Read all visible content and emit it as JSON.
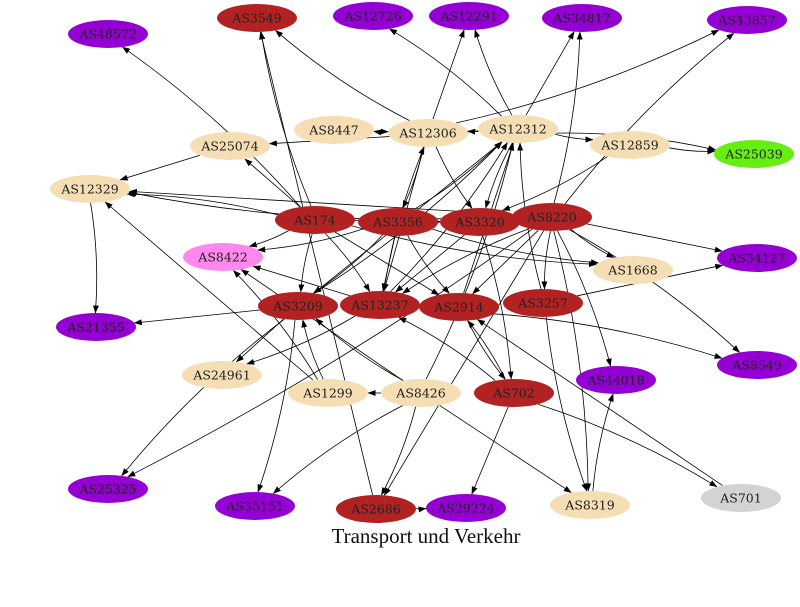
{
  "caption": "Transport und Verkehr",
  "colors": {
    "red": "#b22222",
    "beige": "#f5deb3",
    "purple": "#9400d3",
    "green": "#66ee11",
    "pink": "#ff88ee",
    "gray": "#d3d3d3",
    "edge": "#000000"
  },
  "nodes": [
    {
      "id": "AS3549",
      "color": "red"
    },
    {
      "id": "AS12726",
      "color": "purple"
    },
    {
      "id": "AS12291",
      "color": "purple"
    },
    {
      "id": "AS34817",
      "color": "purple"
    },
    {
      "id": "AS43857",
      "color": "purple"
    },
    {
      "id": "AS48572",
      "color": "purple"
    },
    {
      "id": "AS8447",
      "color": "beige"
    },
    {
      "id": "AS12306",
      "color": "beige"
    },
    {
      "id": "AS12312",
      "color": "beige"
    },
    {
      "id": "AS25074",
      "color": "beige"
    },
    {
      "id": "AS12859",
      "color": "beige"
    },
    {
      "id": "AS25039",
      "color": "green"
    },
    {
      "id": "AS12329",
      "color": "beige"
    },
    {
      "id": "AS174",
      "color": "red"
    },
    {
      "id": "AS3356",
      "color": "red"
    },
    {
      "id": "AS3320",
      "color": "red"
    },
    {
      "id": "AS8220",
      "color": "red"
    },
    {
      "id": "AS8422",
      "color": "pink"
    },
    {
      "id": "AS34127",
      "color": "purple"
    },
    {
      "id": "AS1668",
      "color": "beige"
    },
    {
      "id": "AS3209",
      "color": "red"
    },
    {
      "id": "AS13237",
      "color": "red"
    },
    {
      "id": "AS2914",
      "color": "red"
    },
    {
      "id": "AS3257",
      "color": "red"
    },
    {
      "id": "AS21355",
      "color": "purple"
    },
    {
      "id": "AS8549",
      "color": "purple"
    },
    {
      "id": "AS24961",
      "color": "beige"
    },
    {
      "id": "AS44018",
      "color": "purple"
    },
    {
      "id": "AS1299",
      "color": "beige"
    },
    {
      "id": "AS8426",
      "color": "beige"
    },
    {
      "id": "AS702",
      "color": "red"
    },
    {
      "id": "AS25325",
      "color": "purple"
    },
    {
      "id": "AS35151",
      "color": "purple"
    },
    {
      "id": "AS2686",
      "color": "red"
    },
    {
      "id": "AS29224",
      "color": "purple"
    },
    {
      "id": "AS8319",
      "color": "beige"
    },
    {
      "id": "AS701",
      "color": "gray"
    }
  ],
  "edges": [
    [
      "AS12306",
      "AS3549"
    ],
    [
      "AS12306",
      "AS12291"
    ],
    [
      "AS12306",
      "AS43857"
    ],
    [
      "AS12306",
      "AS8447"
    ],
    [
      "AS8447",
      "AS12306"
    ],
    [
      "AS12306",
      "AS3320"
    ],
    [
      "AS12306",
      "AS3356"
    ],
    [
      "AS12306",
      "AS13237"
    ],
    [
      "AS12312",
      "AS12726"
    ],
    [
      "AS12312",
      "AS12306"
    ],
    [
      "AS12312",
      "AS34817"
    ],
    [
      "AS12312",
      "AS12859"
    ],
    [
      "AS12312",
      "AS25039"
    ],
    [
      "AS12312",
      "AS25074"
    ],
    [
      "AS12312",
      "AS3320"
    ],
    [
      "AS12312",
      "AS12291"
    ],
    [
      "AS12312",
      "AS3209"
    ],
    [
      "AS12859",
      "AS25039"
    ],
    [
      "AS12859",
      "AS3320"
    ],
    [
      "AS25074",
      "AS12329"
    ],
    [
      "AS174",
      "AS48572"
    ],
    [
      "AS174",
      "AS3549"
    ],
    [
      "AS174",
      "AS25074"
    ],
    [
      "AS174",
      "AS12329"
    ],
    [
      "AS174",
      "AS8422"
    ],
    [
      "AS174",
      "AS3320"
    ],
    [
      "AS174",
      "AS3209"
    ],
    [
      "AS174",
      "AS13237"
    ],
    [
      "AS174",
      "AS2914"
    ],
    [
      "AS174",
      "AS1668"
    ],
    [
      "AS3356",
      "AS8422"
    ],
    [
      "AS3356",
      "AS3320"
    ],
    [
      "AS3356",
      "AS12312"
    ],
    [
      "AS3356",
      "AS3209"
    ],
    [
      "AS3356",
      "AS13237"
    ],
    [
      "AS3356",
      "AS2914"
    ],
    [
      "AS3320",
      "AS12329"
    ],
    [
      "AS3320",
      "AS13237"
    ],
    [
      "AS3320",
      "AS8220"
    ],
    [
      "AS3320",
      "AS702"
    ],
    [
      "AS8220",
      "AS12329"
    ],
    [
      "AS8220",
      "AS34817"
    ],
    [
      "AS8220",
      "AS43857"
    ],
    [
      "AS8220",
      "AS34127"
    ],
    [
      "AS8220",
      "AS1668"
    ],
    [
      "AS8220",
      "AS8549"
    ],
    [
      "AS8220",
      "AS2914"
    ],
    [
      "AS8220",
      "AS13237"
    ],
    [
      "AS8220",
      "AS8319"
    ],
    [
      "AS8220",
      "AS2686"
    ],
    [
      "AS8220",
      "AS3257"
    ],
    [
      "AS8220",
      "AS44018"
    ],
    [
      "AS3209",
      "AS21355"
    ],
    [
      "AS3209",
      "AS25325"
    ],
    [
      "AS3209",
      "AS35151"
    ],
    [
      "AS3209",
      "AS24961"
    ],
    [
      "AS3209",
      "AS12312"
    ],
    [
      "AS13237",
      "AS24961"
    ],
    [
      "AS13237",
      "AS8422"
    ],
    [
      "AS13237",
      "AS12312"
    ],
    [
      "AS2914",
      "AS8549"
    ],
    [
      "AS2914",
      "AS12312"
    ],
    [
      "AS2914",
      "AS702"
    ],
    [
      "AS3257",
      "AS12312"
    ],
    [
      "AS3257",
      "AS34127"
    ],
    [
      "AS3257",
      "AS8319"
    ],
    [
      "AS12329",
      "AS21355"
    ],
    [
      "AS1299",
      "AS12329"
    ],
    [
      "AS1299",
      "AS8422"
    ],
    [
      "AS1299",
      "AS3209"
    ],
    [
      "AS8426",
      "AS1299"
    ],
    [
      "AS8426",
      "AS35151"
    ],
    [
      "AS8426",
      "AS2686"
    ],
    [
      "AS8426",
      "AS8319"
    ],
    [
      "AS8426",
      "AS12312"
    ],
    [
      "AS8426",
      "AS3209"
    ],
    [
      "AS8426",
      "AS8422"
    ],
    [
      "AS702",
      "AS13237"
    ],
    [
      "AS702",
      "AS701"
    ],
    [
      "AS702",
      "AS29224"
    ],
    [
      "AS702",
      "AS2914"
    ],
    [
      "AS8220",
      "AS25325"
    ],
    [
      "AS2686",
      "AS3549"
    ],
    [
      "AS2686",
      "AS29224"
    ],
    [
      "AS8319",
      "AS44018"
    ],
    [
      "AS701",
      "AS2914"
    ],
    [
      "AS3356",
      "AS1668"
    ],
    [
      "AS13237",
      "AS12306"
    ]
  ]
}
